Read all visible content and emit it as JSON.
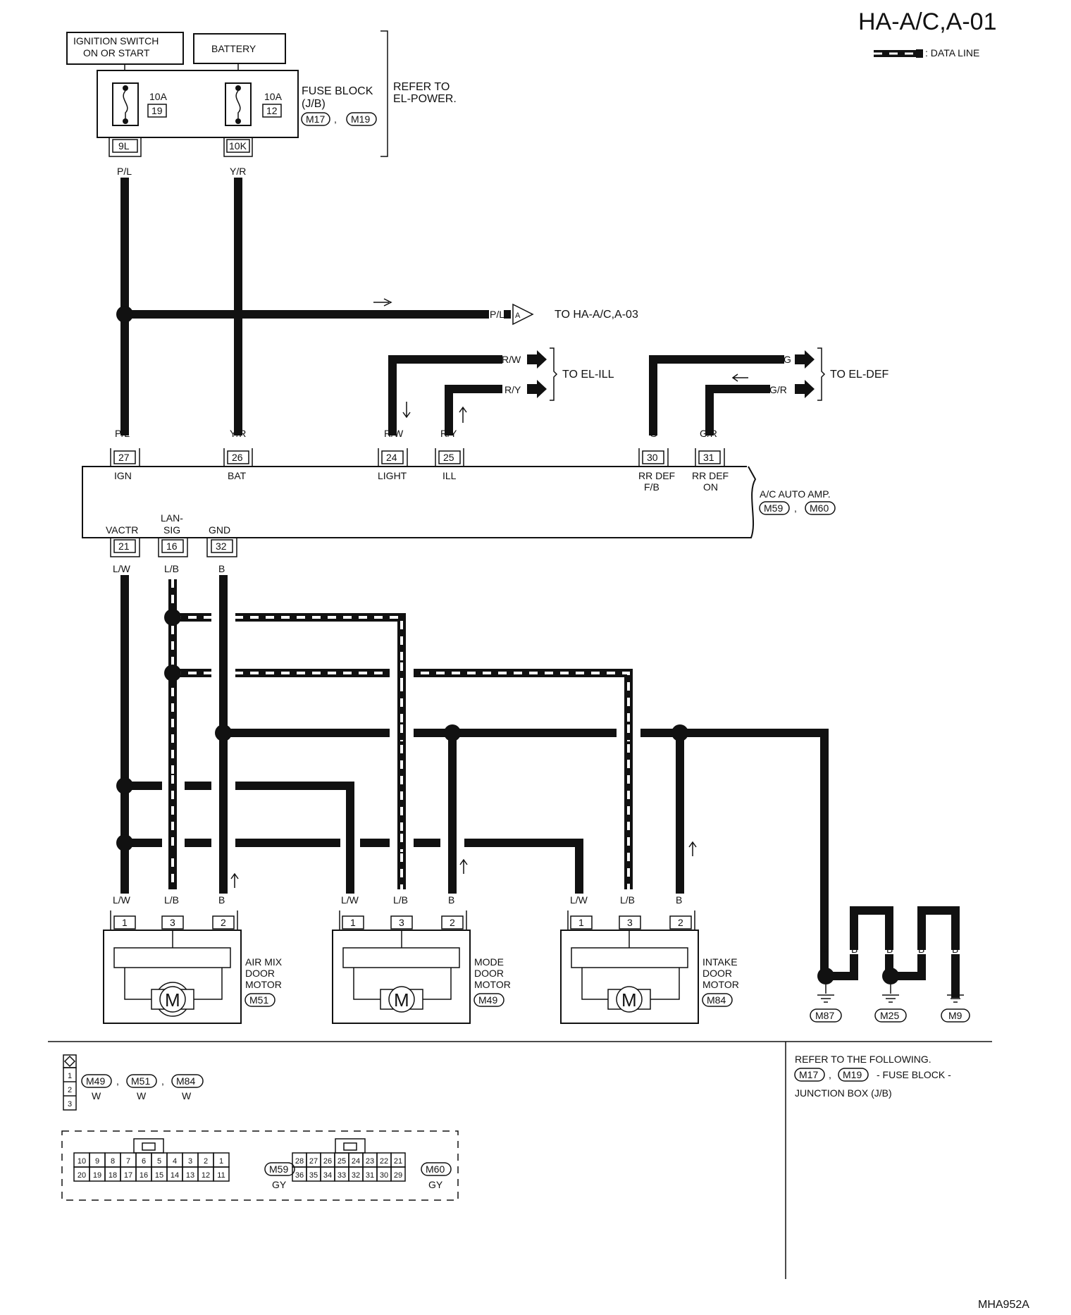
{
  "page_title": "HA-A/C,A-01",
  "data_line_legend": ": DATA LINE",
  "figure_code": "MHA952A",
  "power": {
    "ignition_label_1": "IGNITION SWITCH",
    "ignition_label_2": "ON OR START",
    "battery_label": "BATTERY",
    "fuse1_rating": "10A",
    "fuse1_number": "19",
    "fuse2_rating": "10A",
    "fuse2_number": "12",
    "fuse_block_line1": "FUSE BLOCK",
    "fuse_block_line2": "(J/B)",
    "fuse_conn1": "M17",
    "fuse_conn2": "M19",
    "fuse_sep": ",",
    "refer_line1": "REFER TO",
    "refer_line2": "EL-POWER.",
    "term1": "9L",
    "term2": "10K",
    "wire1": "P/L",
    "wire2": "Y/R"
  },
  "branches": {
    "to_haac_wire": "P/L",
    "to_haac_marker": "A",
    "to_haac_text": "TO HA-A/C,A-03",
    "rw": "R/W",
    "ry": "R/Y",
    "to_el_ill": "TO EL-ILL",
    "g": "G",
    "gr": "G/R",
    "to_el_def": "TO EL-DEF"
  },
  "amp": {
    "name_line1": "A/C AUTO AMP.",
    "conn1": "M59",
    "conn2": "M60",
    "sep": ",",
    "top_pins": [
      {
        "num": "27",
        "wire": "P/L",
        "label": "IGN",
        "label2": ""
      },
      {
        "num": "26",
        "wire": "Y/R",
        "label": "BAT",
        "label2": ""
      },
      {
        "num": "24",
        "wire": "R/W",
        "label": "LIGHT",
        "label2": ""
      },
      {
        "num": "25",
        "wire": "R/Y",
        "label": "ILL",
        "label2": ""
      },
      {
        "num": "30",
        "wire": "G",
        "label": "RR DEF",
        "label2": "F/B"
      },
      {
        "num": "31",
        "wire": "G/R",
        "label": "RR DEF",
        "label2": "ON"
      }
    ],
    "bottom_pins": [
      {
        "num": "21",
        "wire": "L/W",
        "label": "VACTR",
        "label0": ""
      },
      {
        "num": "16",
        "wire": "L/B",
        "label": "SIG",
        "label0": "LAN-"
      },
      {
        "num": "32",
        "wire": "B",
        "label": "GND",
        "label0": ""
      }
    ]
  },
  "motors": [
    {
      "name1": "AIR MIX",
      "name2": "DOOR",
      "name3": "MOTOR",
      "conn": "M51",
      "pins": [
        "1",
        "3",
        "2"
      ],
      "wires": [
        "L/W",
        "L/B",
        "B"
      ],
      "symbol": "M"
    },
    {
      "name1": "MODE",
      "name2": "DOOR",
      "name3": "MOTOR",
      "conn": "M49",
      "pins": [
        "1",
        "3",
        "2"
      ],
      "wires": [
        "L/W",
        "L/B",
        "B"
      ],
      "symbol": "M"
    },
    {
      "name1": "INTAKE",
      "name2": "DOOR",
      "name3": "MOTOR",
      "conn": "M84",
      "pins": [
        "1",
        "3",
        "2"
      ],
      "wires": [
        "L/W",
        "L/B",
        "B"
      ],
      "symbol": "M"
    }
  ],
  "grounds": {
    "wire_labels": [
      "B",
      "B",
      "B",
      "B",
      "B"
    ],
    "conns": [
      "M87",
      "M25",
      "M9"
    ]
  },
  "bottom_left": {
    "pin_list": [
      "1",
      "2",
      "3"
    ],
    "conns": [
      "M49",
      "M51",
      "M84"
    ],
    "colors": [
      "W",
      "W",
      "W"
    ],
    "m59_top": [
      "10",
      "9",
      "8",
      "7",
      "6",
      "5",
      "4",
      "3",
      "2",
      "1"
    ],
    "m59_bottom": [
      "20",
      "19",
      "18",
      "17",
      "16",
      "15",
      "14",
      "13",
      "12",
      "11"
    ],
    "m59_conn": "M59",
    "m59_color": "GY",
    "m60_top": [
      "28",
      "27",
      "26",
      "25",
      "24",
      "23",
      "22",
      "21"
    ],
    "m60_bottom": [
      "36",
      "35",
      "34",
      "33",
      "32",
      "31",
      "30",
      "29"
    ],
    "m60_conn": "M60",
    "m60_color": "GY"
  },
  "bottom_right": {
    "line1": "REFER TO THE FOLLOWING.",
    "conn1": "M17",
    "conn2": "M19",
    "sep": ",",
    "dash_text": "- FUSE BLOCK -",
    "line3": "JUNCTION BOX (J/B)"
  }
}
